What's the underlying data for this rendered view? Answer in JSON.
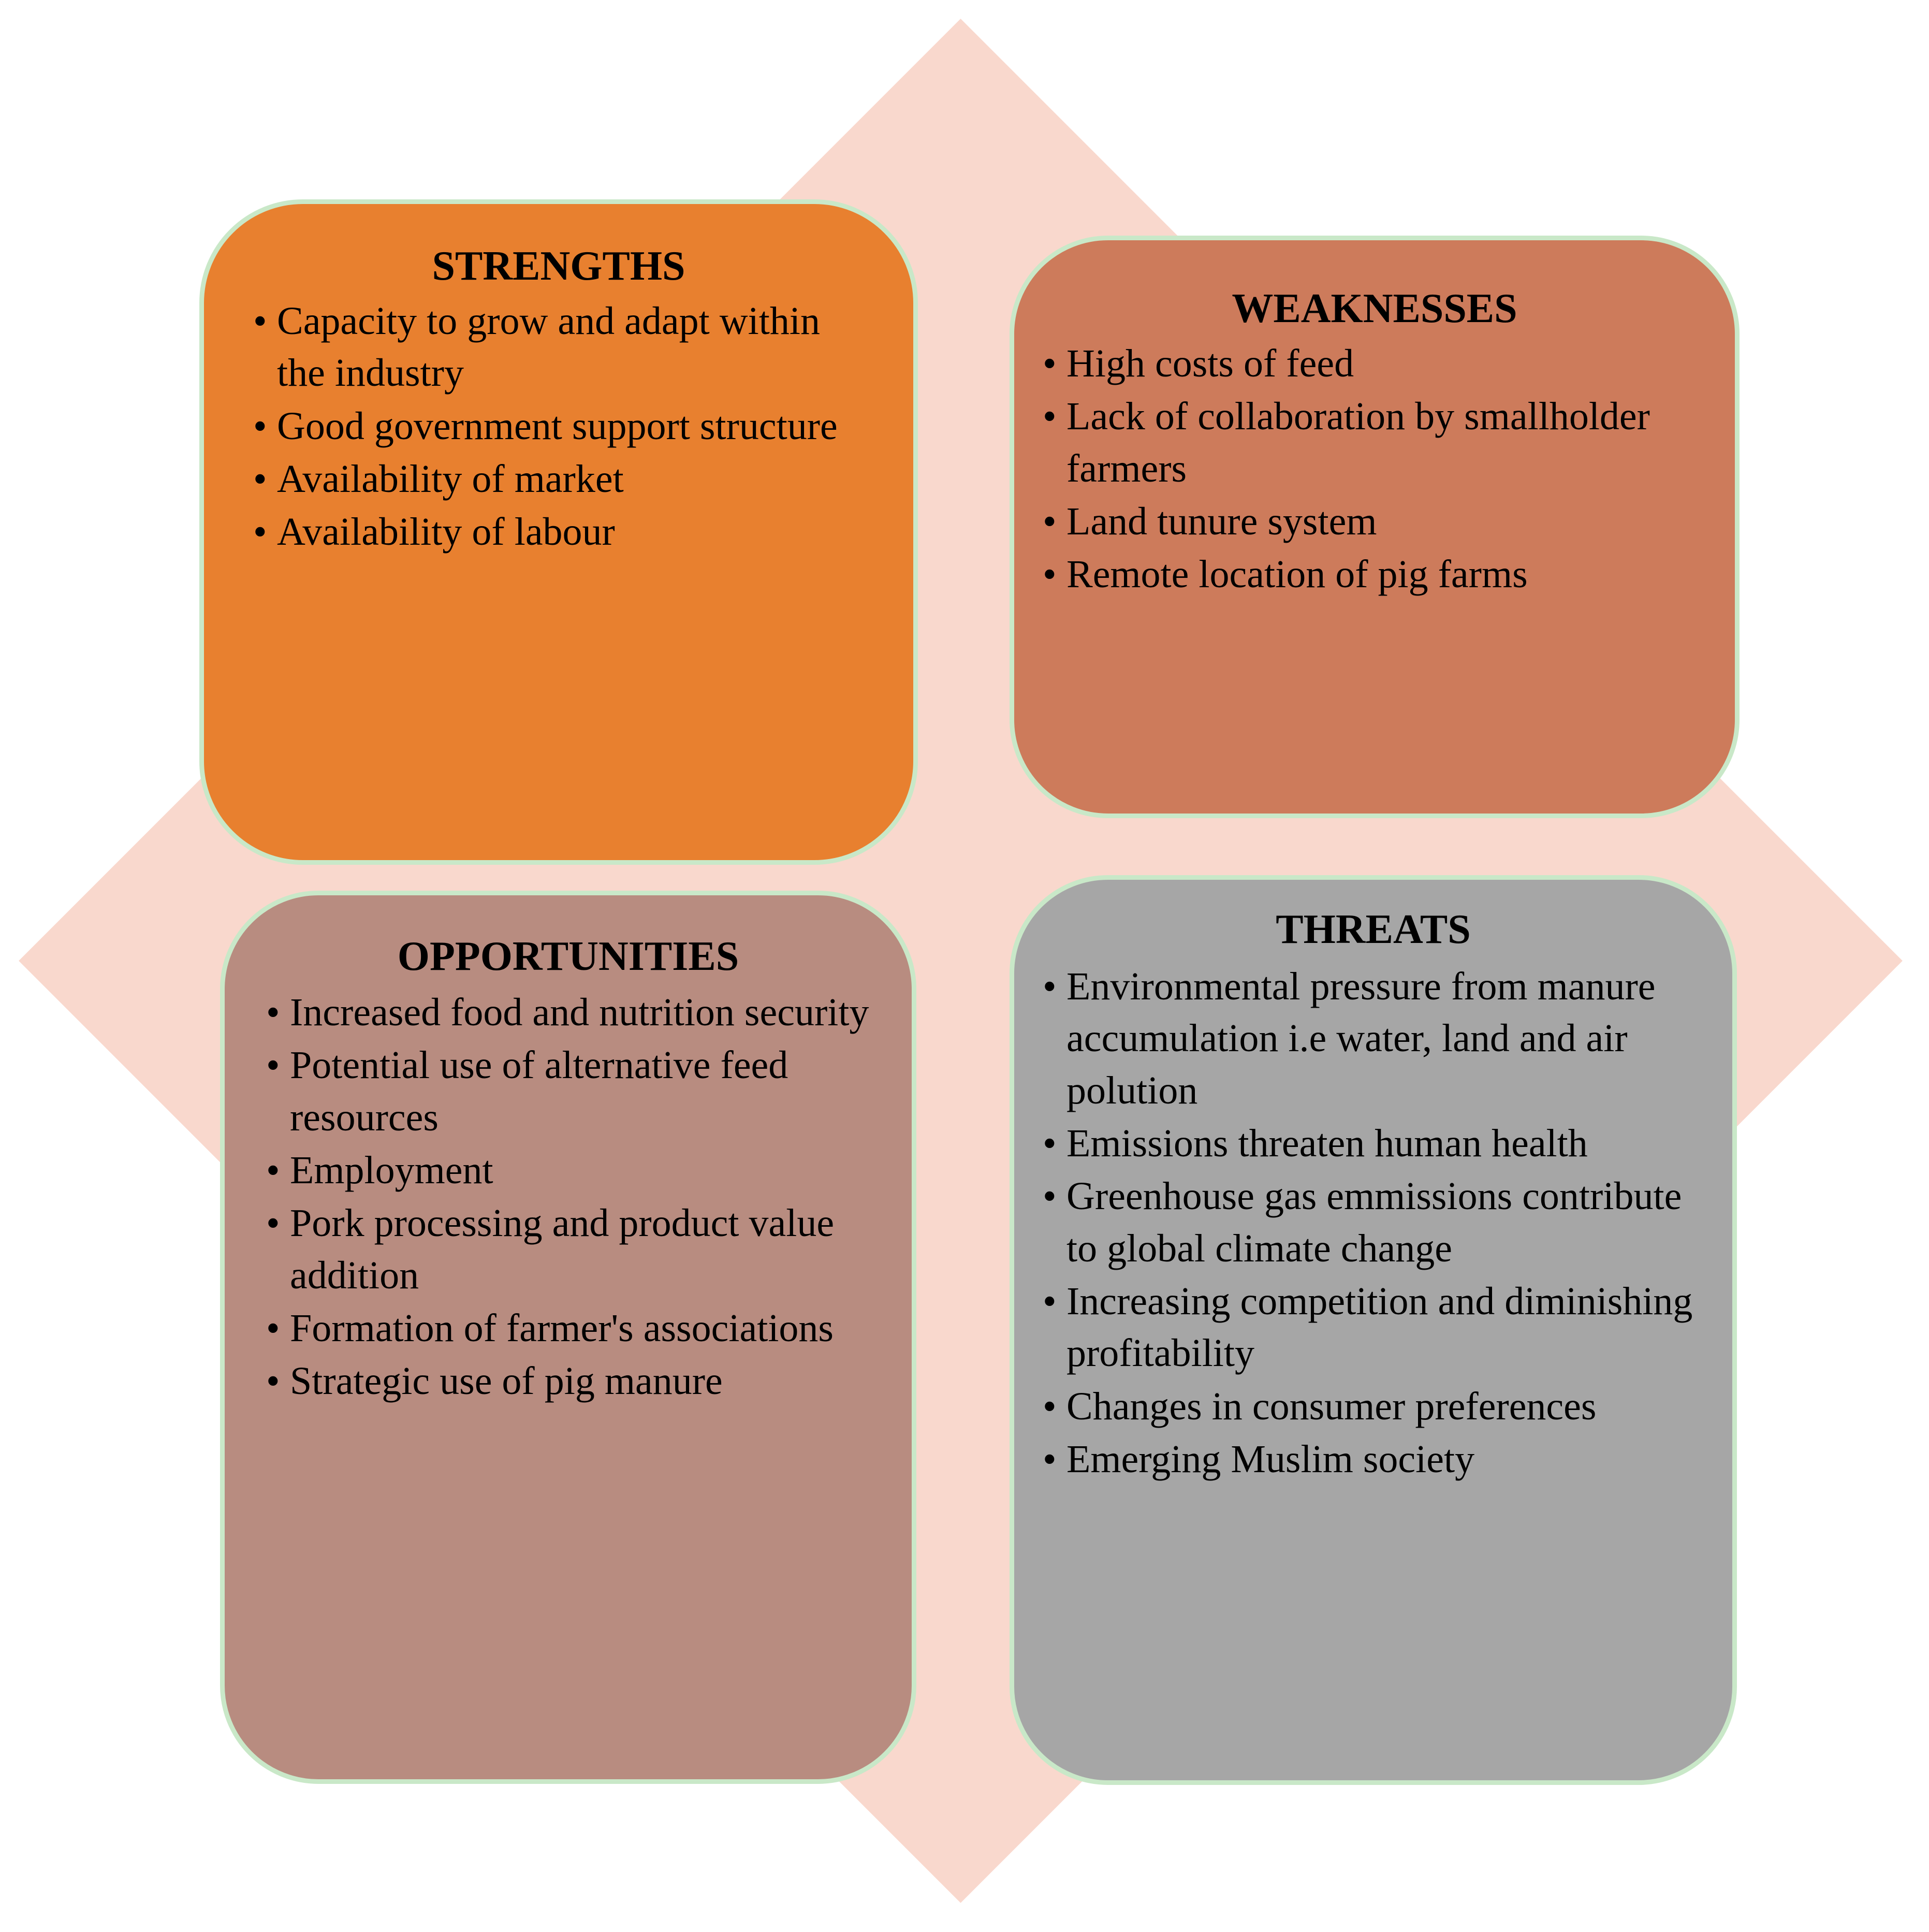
{
  "diagram": {
    "type": "swot-matrix",
    "colors": {
      "background": "#ffffff",
      "diamond": "#f9d8cd",
      "box_border": "#c9e8c8",
      "strengths_fill": "#e8802f",
      "weaknesses_fill": "#cd7b5b",
      "opportunities_fill": "#b88c80",
      "threats_fill": "#a6a6a6",
      "text": "#000000"
    },
    "bullet_glyph": "•"
  },
  "quadrants": {
    "strengths": {
      "title": "STRENGTHS",
      "items": [
        "Capacity to grow and adapt within the industry",
        "Good government support structure",
        "Availability of market",
        "Availability of labour"
      ]
    },
    "weaknesses": {
      "title": "WEAKNESSES",
      "items": [
        "High costs of feed",
        "Lack of collaboration by smallholder farmers",
        "Land tunure system",
        "Remote location of pig farms"
      ]
    },
    "opportunities": {
      "title": "OPPORTUNITIES",
      "items": [
        " Increased food and nutrition security",
        "Potential use of alternative feed resources",
        "Employment",
        "Pork processing and product value addition",
        "Formation of farmer's associations",
        "Strategic use of pig manure"
      ]
    },
    "threats": {
      "title": "THREATS",
      "items": [
        "Environmental pressure from manure accumulation i.e water, land and air polution",
        "Emissions threaten human health",
        "Greenhouse gas emmissions contribute to global climate change",
        "Increasing competition and diminishing profitability",
        "Changes in consumer preferences",
        "Emerging Muslim society"
      ]
    }
  }
}
